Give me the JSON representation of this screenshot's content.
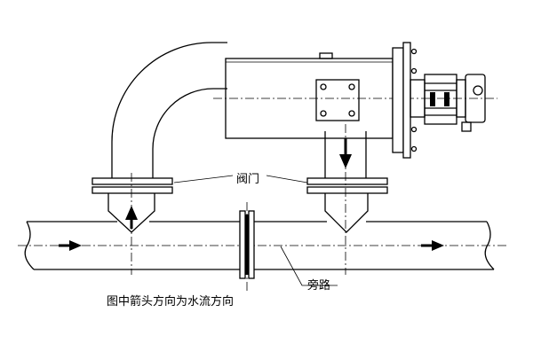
{
  "labels": {
    "valve": "阀门",
    "bypass": "旁路",
    "caption": "图中箭头方向为水流方向"
  }
}
